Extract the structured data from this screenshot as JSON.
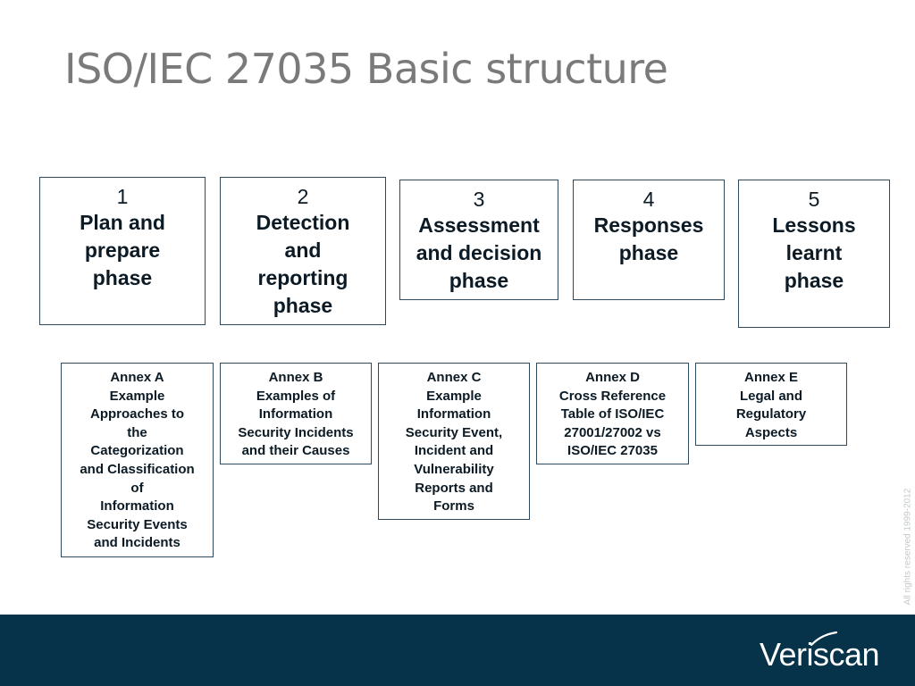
{
  "slide": {
    "title": "ISO/IEC 27035 Basic structure",
    "watermark": "All rights reserved 1999-2012",
    "logo_text": "Veriscan"
  },
  "phases": [
    {
      "number": "1",
      "name_lines": [
        "Plan and",
        "prepare",
        "phase"
      ]
    },
    {
      "number": "2",
      "name_lines": [
        "Detection",
        "and",
        "reporting",
        "phase"
      ]
    },
    {
      "number": "3",
      "name_lines": [
        "Assessment",
        "and decision",
        "phase"
      ]
    },
    {
      "number": "4",
      "name_lines": [
        "Responses",
        "phase"
      ]
    },
    {
      "number": "5",
      "name_lines": [
        "Lessons",
        "learnt",
        "phase"
      ]
    }
  ],
  "annexes": [
    {
      "lines": [
        "Annex A",
        "Example",
        "Approaches to",
        "the",
        "Categorization",
        "and Classification",
        "of",
        "Information",
        "Security Events",
        "and Incidents"
      ]
    },
    {
      "lines": [
        "Annex B",
        "Examples of",
        "Information",
        "Security Incidents",
        "and their Causes"
      ]
    },
    {
      "lines": [
        "Annex C",
        "Example",
        "Information",
        "Security Event,",
        "Incident and",
        "Vulnerability",
        "Reports and",
        "Forms"
      ]
    },
    {
      "lines": [
        "Annex D",
        "Cross Reference",
        "Table of ISO/IEC",
        "27001/27002 vs",
        "ISO/IEC 27035"
      ]
    },
    {
      "lines": [
        "Annex E",
        "Legal and",
        "Regulatory",
        "Aspects"
      ]
    }
  ],
  "colors": {
    "footer": "#06324a",
    "title": "#7a7a7a",
    "box_border": "#2e4a5c",
    "text": "#0b1a24"
  }
}
